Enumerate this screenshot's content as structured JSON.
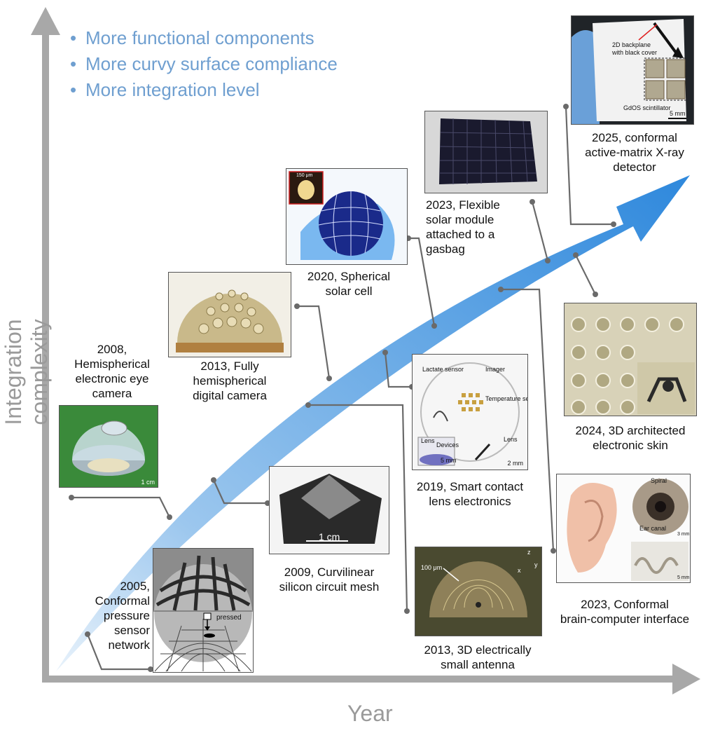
{
  "bullets": [
    "More functional components",
    "More curvy surface compliance",
    "More integration level"
  ],
  "axes": {
    "y_label": "Integration complexity",
    "x_label": "Year"
  },
  "colors": {
    "bullet": "#6f9fd0",
    "arrow": "#3a8fdd",
    "axis": "#a8a8a8",
    "connector": "#6a6a6a"
  },
  "milestones": [
    {
      "caption": "2005, Conformal pressure sensor network",
      "lines": [
        "2005,",
        "Conformal",
        "pressure",
        "sensor",
        "network"
      ],
      "inset_label": "pressed"
    },
    {
      "caption": "2008, Hemispherical electronic eye camera",
      "lines": [
        "2008,",
        "Hemispherical",
        "electronic eye",
        "camera"
      ],
      "scale": "1 cm"
    },
    {
      "caption": "2009, Curvilinear silicon circuit mesh",
      "lines": [
        "2009, Curvilinear",
        "silicon circuit mesh"
      ],
      "scale": "1 cm"
    },
    {
      "caption": "2013, Fully hemispherical digital camera",
      "lines": [
        "2013, Fully",
        "hemispherical",
        "digital camera"
      ]
    },
    {
      "caption": "2013, 3D electrically small antenna",
      "lines": [
        "2013, 3D electrically",
        "small antenna"
      ],
      "scale": "100 μm",
      "axes": [
        "z",
        "x",
        "y"
      ]
    },
    {
      "caption": "2019, Smart contact lens electronics",
      "lines": [
        "2019, Smart contact",
        "lens electronics"
      ],
      "inset_labels": [
        "Lactate sensor",
        "Imager",
        "Temperature sensor",
        "Lens",
        "Lens",
        "Devices"
      ],
      "scale": "2 mm",
      "inset_scale": "5 mm"
    },
    {
      "caption": "2020, Spherical solar cell",
      "lines": [
        "2020, Spherical",
        "solar cell"
      ],
      "scale": "150 μm"
    },
    {
      "caption": "2023, Flexible solar module attached to a gasbag",
      "lines": [
        "2023, Flexible",
        "solar module",
        "attached to a",
        "gasbag"
      ]
    },
    {
      "caption": "2023, Conformal brain-computer interface",
      "lines": [
        "2023, Conformal",
        "brain-computer interface"
      ],
      "inset_labels": [
        "Spiral",
        "Ear canal"
      ],
      "scale": "3 mm",
      "scale2": "5 mm"
    },
    {
      "caption": "2024, 3D architected electronic skin",
      "lines": [
        "2024, 3D architected",
        "electronic skin"
      ]
    },
    {
      "caption": "2025, conformal active-matrix X-ray detector",
      "lines": [
        "2025, conformal",
        "active-matrix X-ray",
        "detector"
      ],
      "inset_labels": [
        "2D backplane",
        "with black cover",
        "GdOS scintillator"
      ],
      "scale": "5 mm"
    }
  ]
}
